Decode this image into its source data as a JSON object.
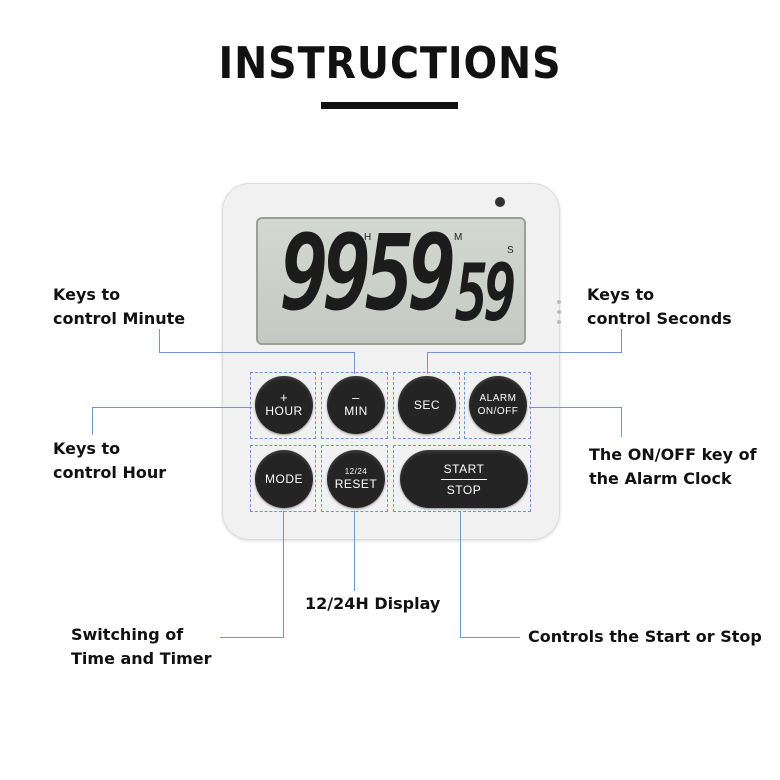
{
  "title": "INSTRUCTIONS",
  "display": {
    "main_digits": "9959",
    "seconds_digits": "59",
    "mark_h": "H",
    "mark_m": "M",
    "mark_s": "S"
  },
  "buttons": {
    "hour_symbol": "+",
    "hour": "HOUR",
    "min_symbol": "–",
    "min": "MIN",
    "sec": "SEC",
    "alarm_line1": "ALARM",
    "alarm_line2": "ON/OFF",
    "mode": "MODE",
    "reset_top": "12/24",
    "reset": "RESET",
    "start": "START",
    "stop": "STOP"
  },
  "labels": {
    "minute_l1": "Keys to",
    "minute_l2": "control Minute",
    "seconds_l1": "Keys to",
    "seconds_l2": "control Seconds",
    "hour_l1": "Keys to",
    "hour_l2": "control Hour",
    "alarm_l1": "The ON/OFF key of",
    "alarm_l2": "the Alarm Clock",
    "display_1224": "12/24H Display",
    "switch_l1": "Switching of",
    "switch_l2": "Time and Timer",
    "startstop": "Controls the Start or Stop"
  }
}
